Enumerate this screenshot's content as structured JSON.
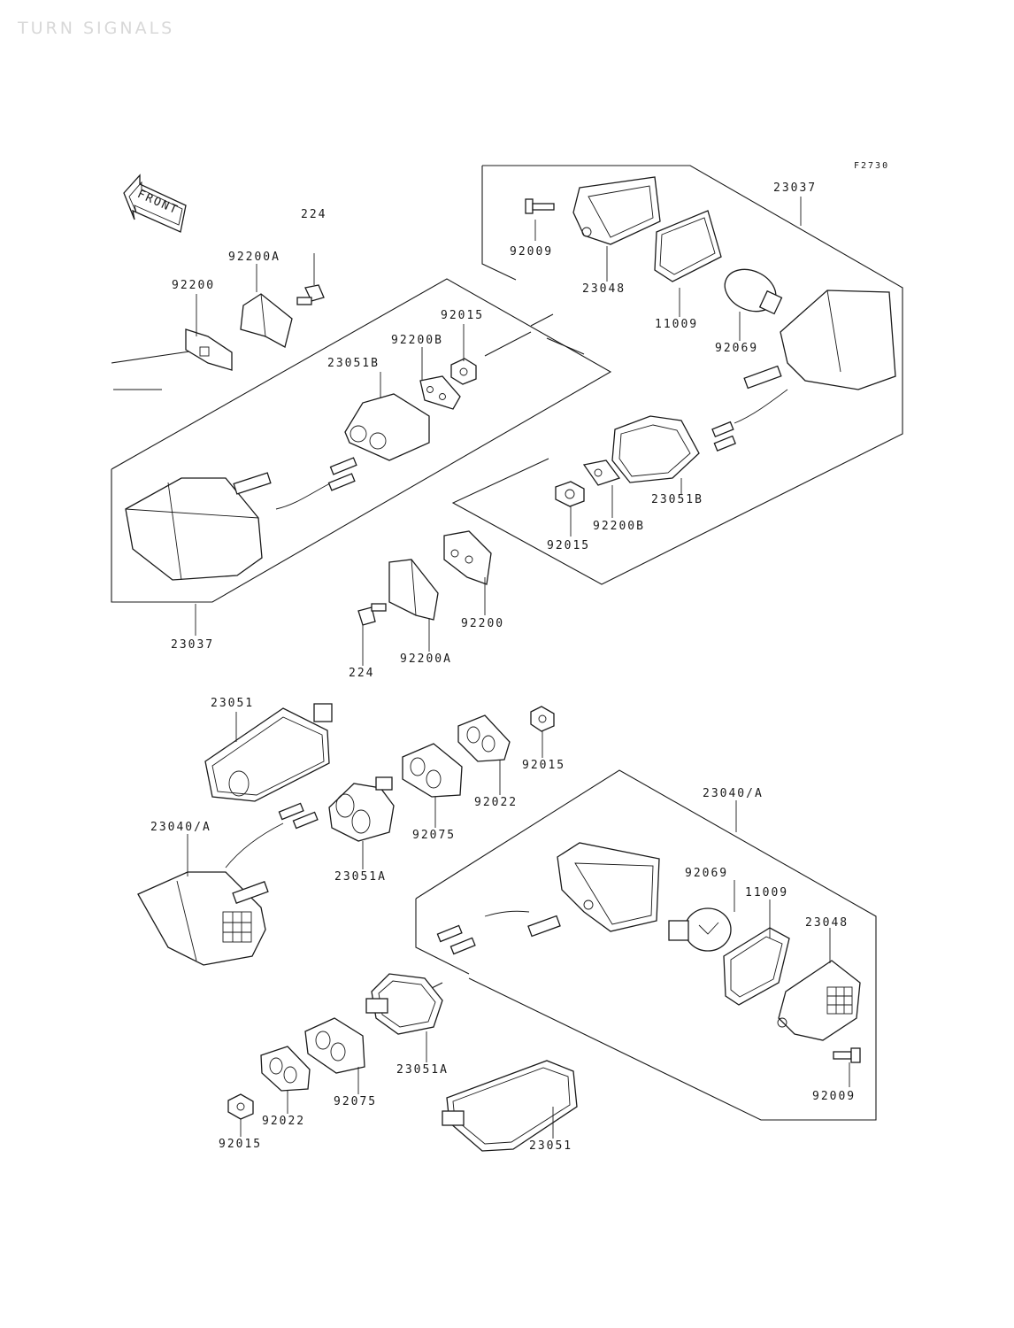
{
  "title": "TURN SIGNALS",
  "figure_code": "F2730",
  "front_arrow": "FRONT",
  "labels": [
    "23037",
    "92009",
    "23048",
    "11009",
    "92069",
    "23051B",
    "92200B",
    "92015",
    "92200A",
    "224",
    "92200",
    "92200B",
    "92015",
    "23051B",
    "23037",
    "92200",
    "92200A",
    "224",
    "23051",
    "92015",
    "92022",
    "92075",
    "23051A",
    "23040/A",
    "23040/A",
    "92069",
    "11009",
    "23048",
    "92009",
    "23051A",
    "92075",
    "92022",
    "92015",
    "23051"
  ]
}
